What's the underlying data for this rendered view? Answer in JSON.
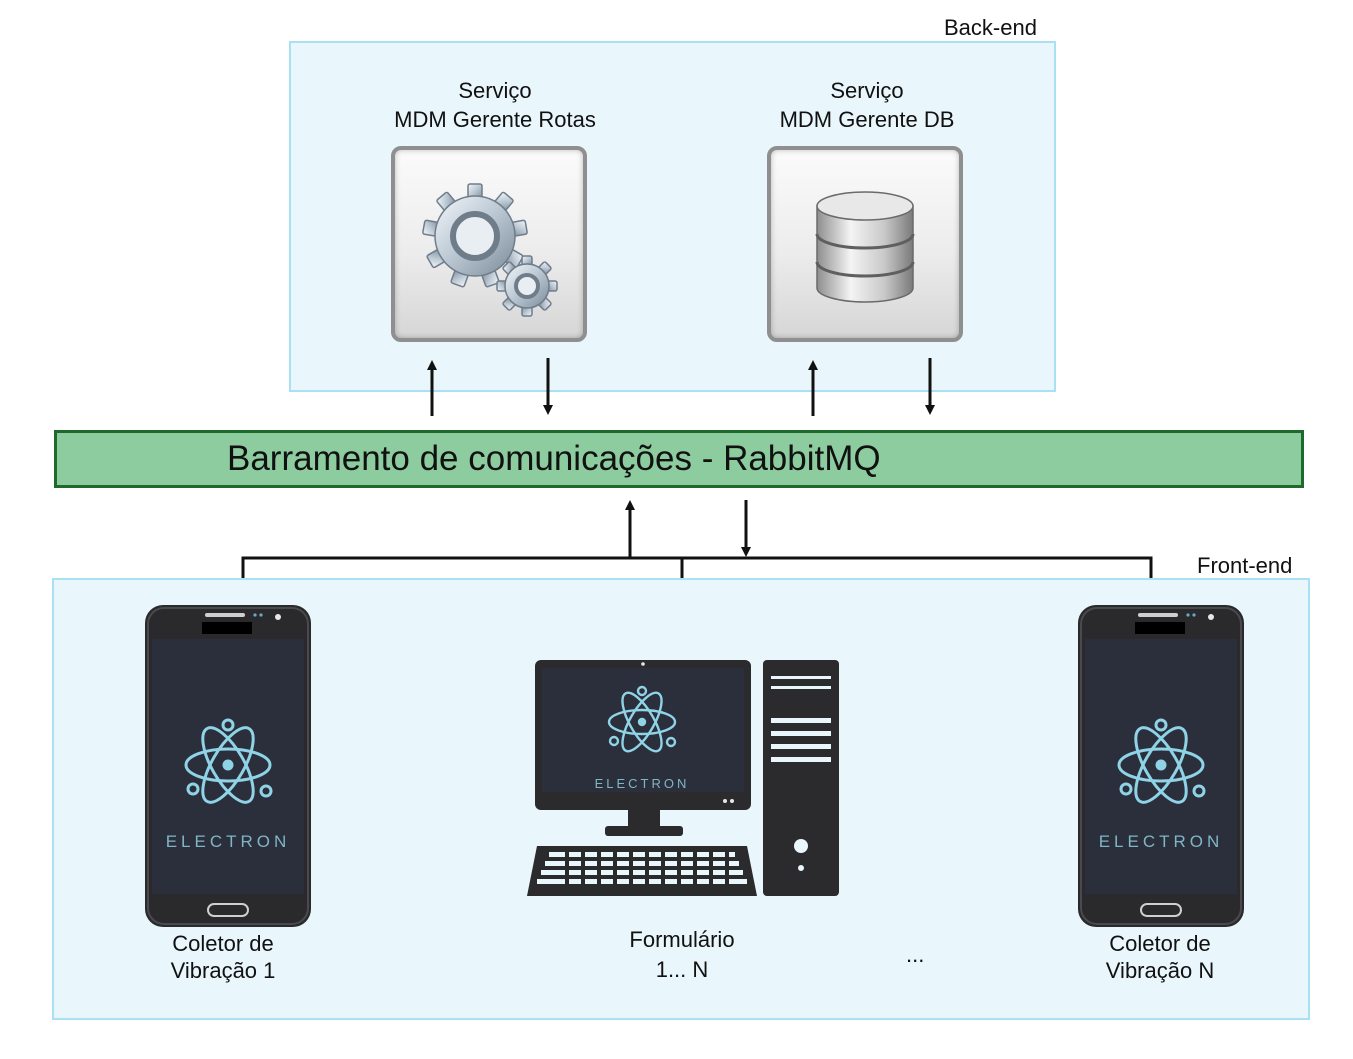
{
  "backend": {
    "label": "Back-end",
    "services": [
      {
        "line1": "Serviço",
        "line2": "MDM Gerente Rotas",
        "icon": "gears-icon"
      },
      {
        "line1": "Serviço",
        "line2": "MDM Gerente DB",
        "icon": "database-icon"
      }
    ]
  },
  "bus": {
    "title": "Barramento de comunicações - RabbitMQ"
  },
  "frontend": {
    "label": "Front-end",
    "devices": [
      {
        "line1": "Coletor de",
        "line2": "Vibração 1",
        "screen_text": "ELECTRON"
      },
      {
        "line1": "Formulário",
        "line2": "1... N",
        "screen_text": "ELECTRON"
      },
      {
        "line1": "Coletor de",
        "line2": "Vibração N",
        "screen_text": "ELECTRON"
      }
    ],
    "ellipsis": "..."
  },
  "colors": {
    "panel_fill": "#e9f6fc",
    "panel_border": "#a9e1f2",
    "bus_fill": "#8ccc9f",
    "bus_border": "#1d6a2b",
    "electron_accent": "#8fd3e6"
  }
}
